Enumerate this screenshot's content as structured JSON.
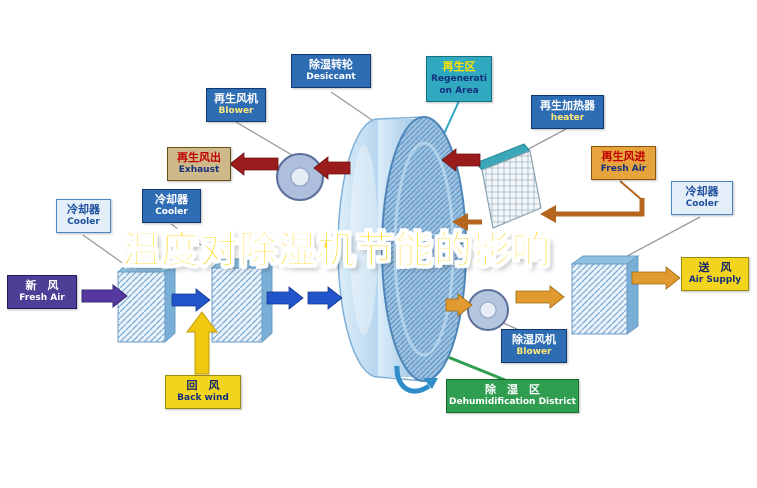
{
  "title": "温度对除湿机节能的影响",
  "boxes": {
    "desiccant": {
      "zh": "除湿转轮",
      "en": "Desiccant"
    },
    "regen_area": {
      "zh": "再生区",
      "en": "Regeneration Area"
    },
    "regen_blower": {
      "zh": "再生风机",
      "en": "Blower"
    },
    "regen_heater": {
      "zh": "再生加热器",
      "en": "heater"
    },
    "exhaust": {
      "zh": "再生风出",
      "en": "Exhaust"
    },
    "regen_inlet": {
      "zh": "再生风进",
      "en": "Fresh Air"
    },
    "cooler_a": {
      "zh": "冷却器",
      "en": "Cooler"
    },
    "cooler_b": {
      "zh": "冷却器",
      "en": "Cooler"
    },
    "cooler_c": {
      "zh": "冷却器",
      "en": "Cooler"
    },
    "fresh_air": {
      "zh": "新　风",
      "en": "Fresh Air"
    },
    "air_supply": {
      "zh": "送　风",
      "en": "Air Supply"
    },
    "back_wind": {
      "zh": "回　风",
      "en": "Back wind"
    },
    "dehumid_blower": {
      "zh": "除湿风机",
      "en": "Blower"
    },
    "dehumid_area": {
      "zh": "除　湿　区",
      "en": "Dehumidification District"
    }
  },
  "colors": {
    "box_blue": "#2e6db4",
    "box_teal": "#2fa8c0",
    "box_tan": "#cfb98a",
    "box_orange": "#e8a43c",
    "box_purple": "#4c3f96",
    "box_yellow": "#f2d41c",
    "box_green": "#2f9e51",
    "title_yellow": "#ffd400",
    "arrow_red": "#9b1c1c",
    "arrow_brown": "#b5651d",
    "arrow_orange": "#e09a30",
    "arrow_blue": "#2255cc",
    "arrow_purple": "#5538a0",
    "arrow_yellow": "#f0c810"
  }
}
